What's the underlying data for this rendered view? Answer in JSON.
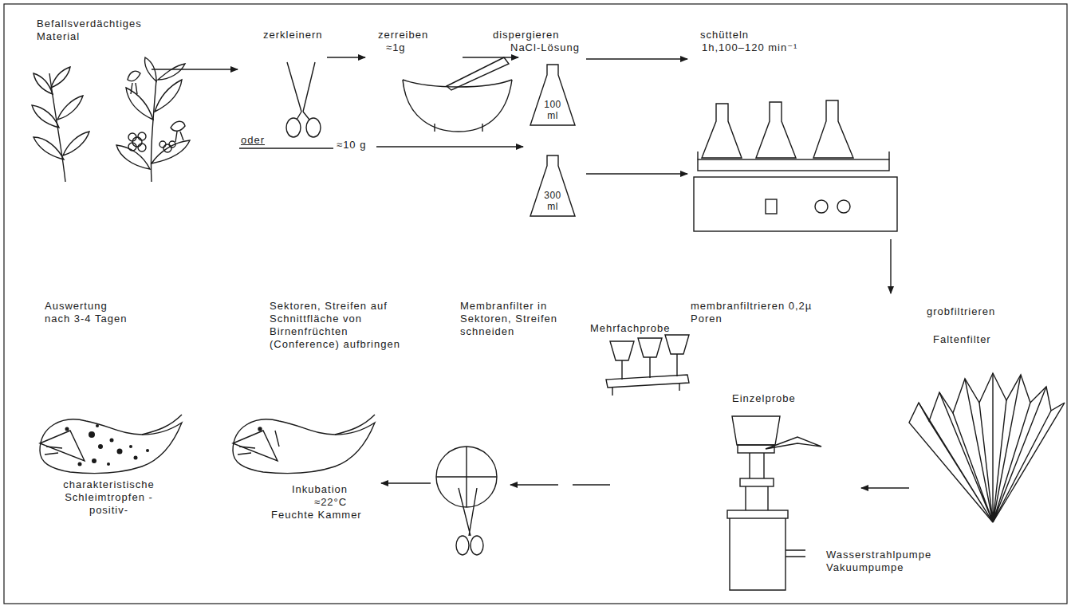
{
  "diagram": {
    "nodes": [
      {
        "text": [
          "100 ml"
        ]
      },
      {
        "text": [
          "300 ml"
        ]
      }
    ],
    "labels": [
      "Befallsverdächtiges Material",
      "zerkleinern",
      "zerreiben",
      "≈1g",
      "dispergieren",
      "NaCl-Lösung",
      "schütteln",
      "1h,100–120 min⁻¹",
      "oder",
      "≈10 g",
      "grobfiltrieren",
      "Faltenfilter",
      "membranfiltrieren 0,2µ Poren",
      "Mehrfachprobe",
      "Einzelprobe",
      "Wasserstrahlpumpe Vakuumpumpe",
      "Membranfilter in Sektoren, Streifen schneiden",
      "Sektoren, Streifen auf Schnittfläche von Birnenfrüchten (Conference) aufbringen",
      "Auswertung nach 3-4 Tagen",
      "Inkubation",
      "≈22°C",
      "Feuchte Kammer",
      "charakteristische Schleimtropfen -positiv-"
    ]
  }
}
